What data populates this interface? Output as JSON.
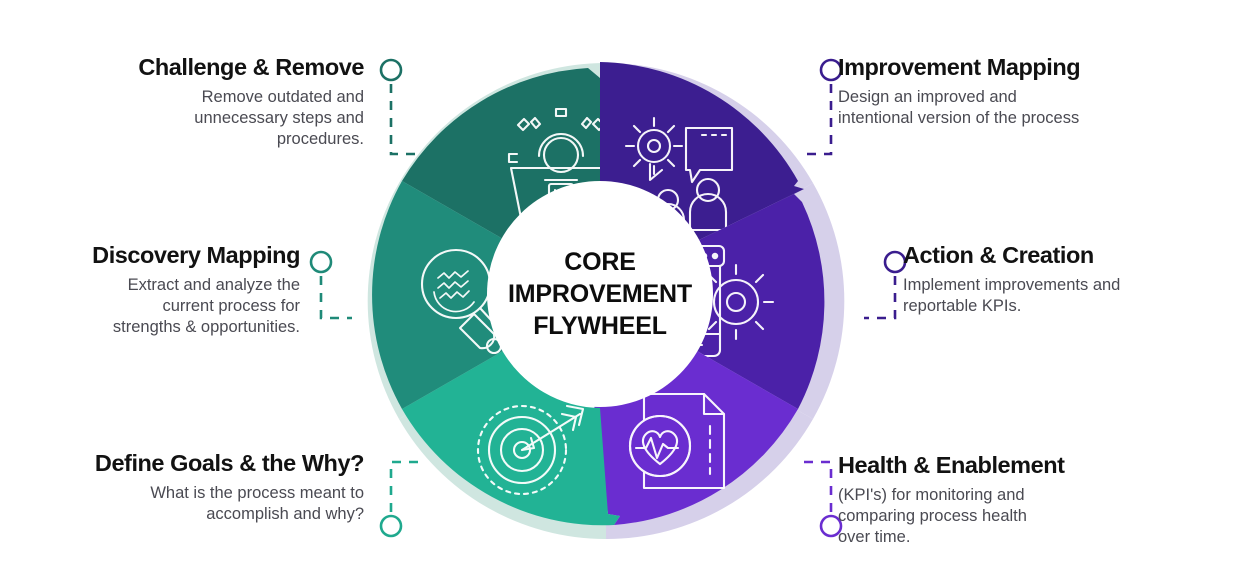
{
  "diagram": {
    "center_label": "CORE\nIMPROVEMENT\nFLYWHEEL",
    "colors": {
      "challenge_remove": "#1c7165",
      "discovery_mapping": "#208c7b",
      "define_goals": "#22b395",
      "improvement_mapping": "#3c1e90",
      "action_creation": "#4b21a8",
      "health_enablement": "#6a2dd0",
      "shadow_green": "#cfe6e0",
      "shadow_purple": "#d6d0ea",
      "icon_stroke": "#ffffff",
      "title_text": "#121212",
      "body_text": "#4a4a52"
    },
    "segments": [
      {
        "id": "challenge-remove",
        "title": "Challenge & Remove",
        "description": "Remove outdated and\nunnecessary steps and\nprocedures.",
        "icon": "gear-trash-bin-icon",
        "color": "#1c7165",
        "connector_color": "#1c7165",
        "position": "top-left"
      },
      {
        "id": "improvement-mapping",
        "title": "Improvement Mapping",
        "description": "Design an improved and\nintentional version of the process",
        "icon": "gear-people-chat-icon",
        "color": "#3c1e90",
        "connector_color": "#3a1d8e",
        "position": "top-right"
      },
      {
        "id": "discovery-mapping",
        "title": "Discovery Mapping",
        "description": "Extract and analyze the\ncurrent process for\nstrengths & opportunities.",
        "icon": "magnifying-glass-icon",
        "color": "#208c7b",
        "connector_color": "#1f8a78",
        "position": "middle-left"
      },
      {
        "id": "action-creation",
        "title": "Action & Creation",
        "description": "Implement improvements and\nreportable KPIs.",
        "icon": "phone-gear-icon",
        "color": "#4b21a8",
        "connector_color": "#3a1d8e",
        "position": "middle-right"
      },
      {
        "id": "define-goals",
        "title": "Define Goals & the Why?",
        "description": "What is the process meant to\naccomplish and why?",
        "icon": "target-arrow-icon",
        "color": "#22b395",
        "connector_color": "#1fa98e",
        "position": "bottom-left"
      },
      {
        "id": "health-enablement",
        "title": "Health & Enablement",
        "description": "(KPI's) for monitoring and\ncomparing process health\nover time.",
        "icon": "document-heart-pulse-icon",
        "color": "#6a2dd0",
        "connector_color": "#6a2dd0",
        "position": "bottom-right"
      }
    ]
  }
}
